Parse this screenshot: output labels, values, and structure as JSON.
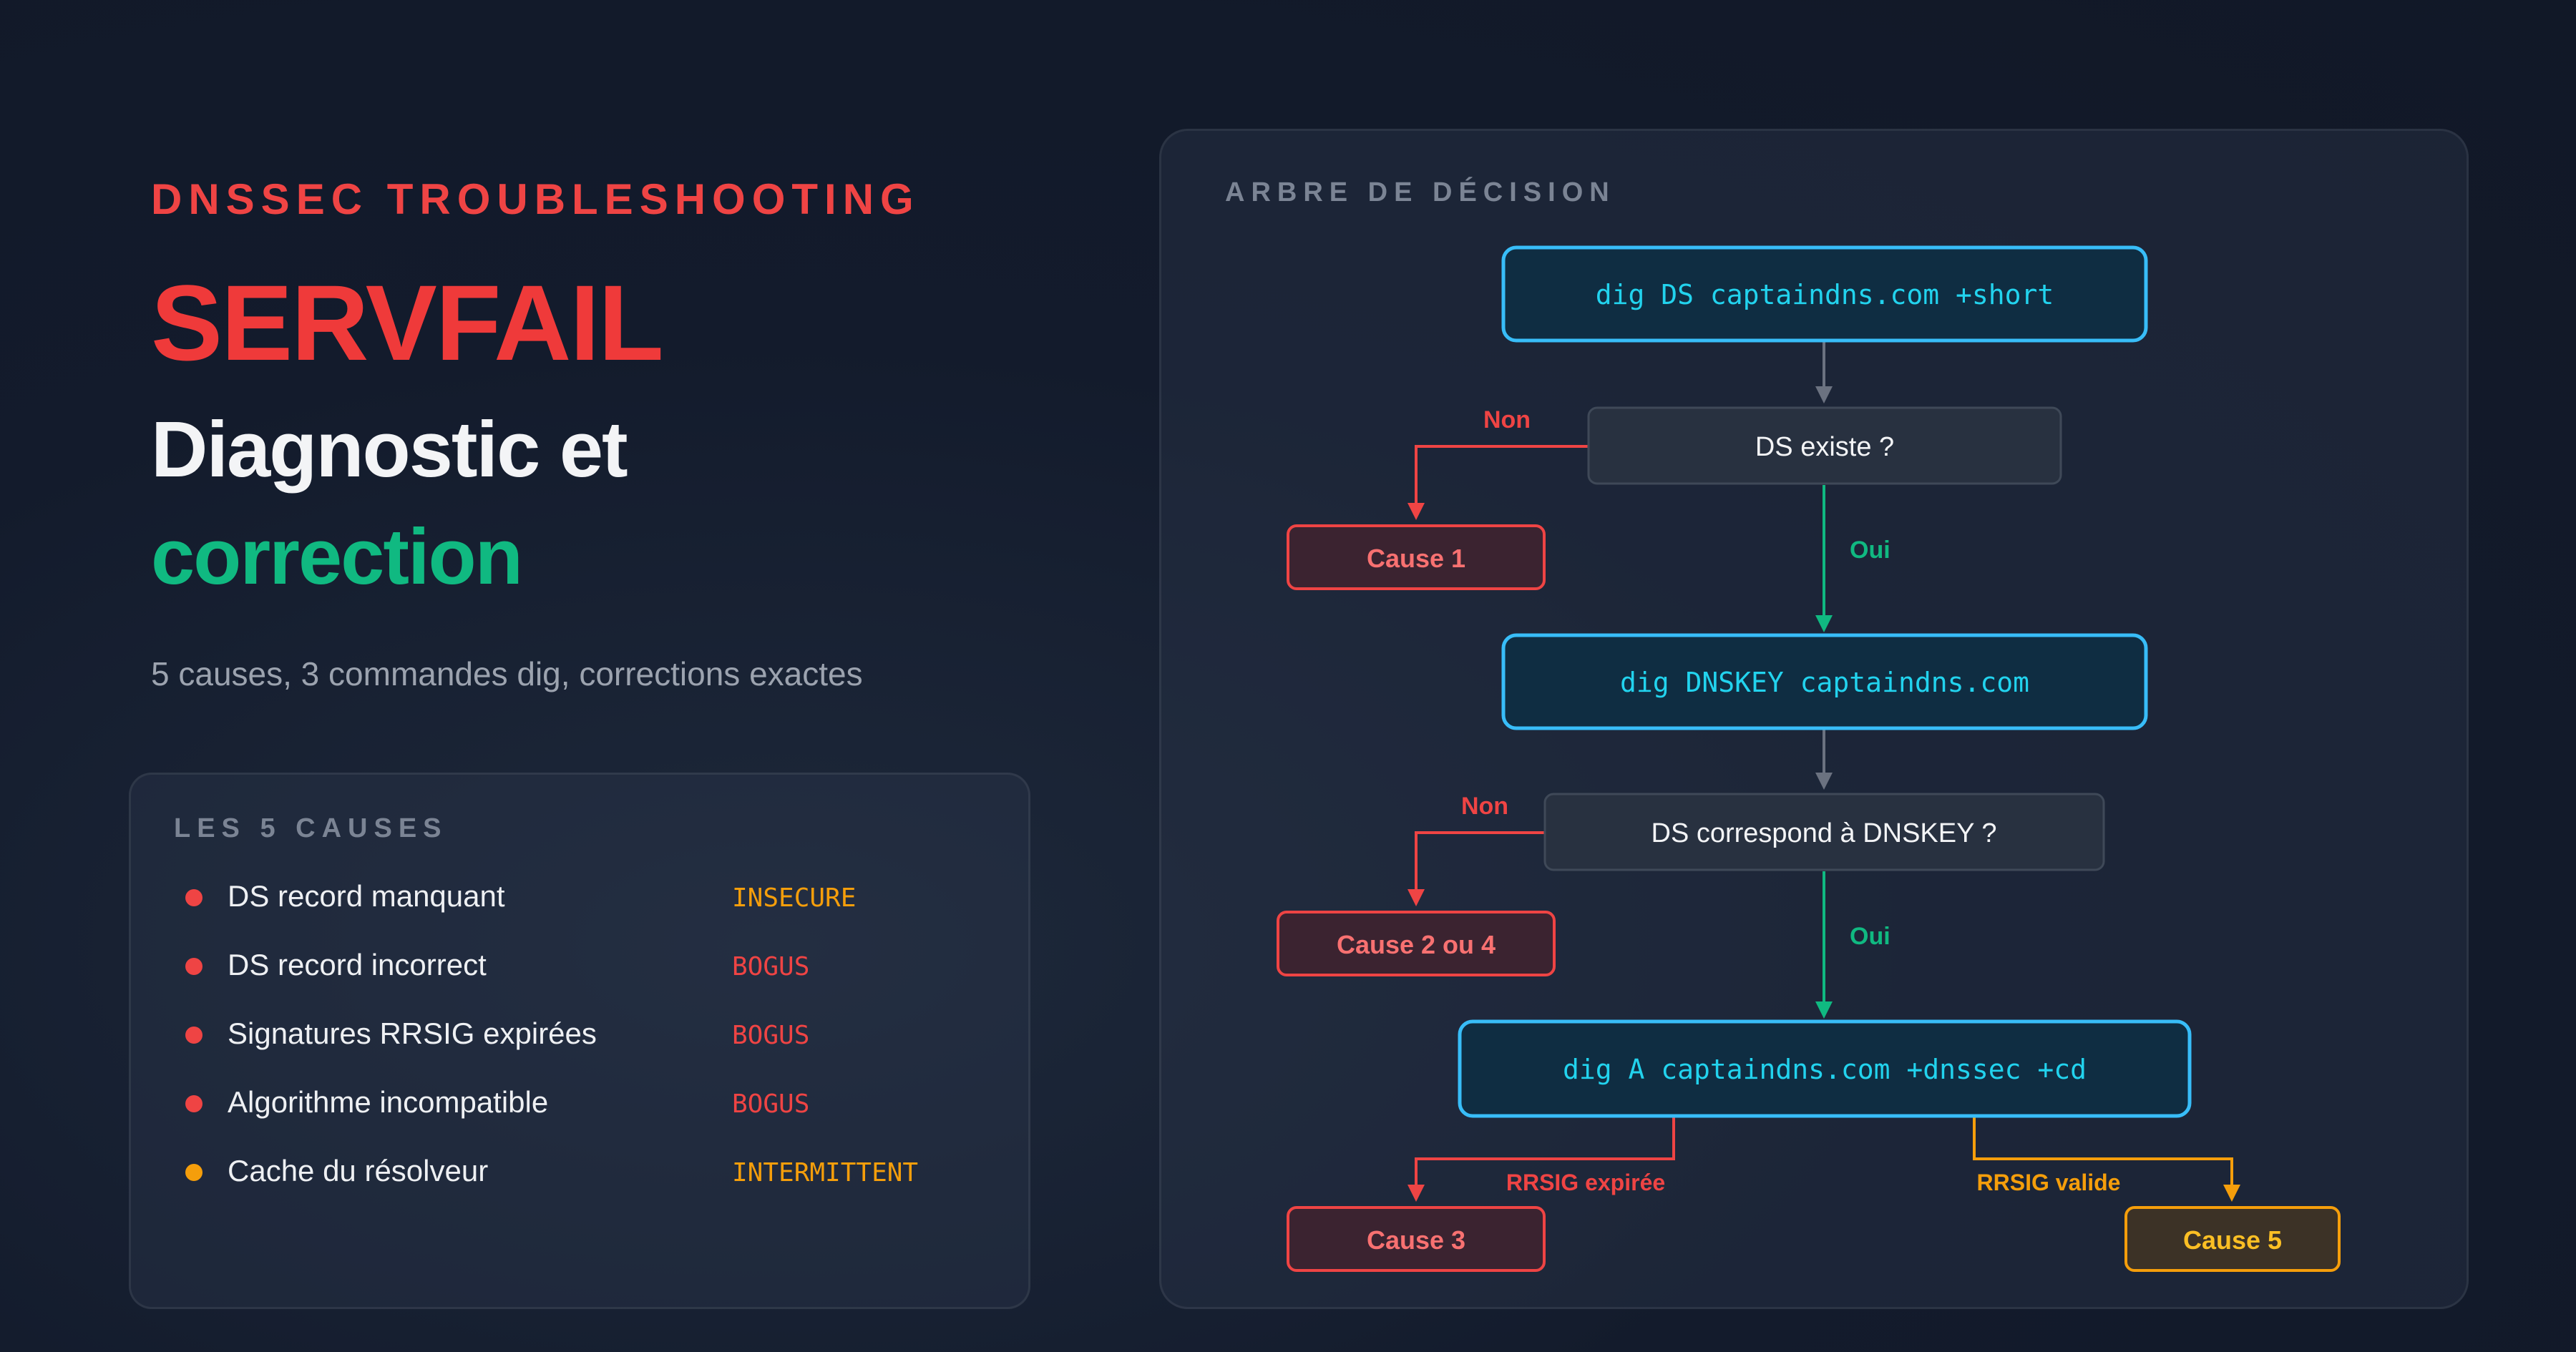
{
  "header": {
    "eyebrow": "DNSSEC TROUBLESHOOTING",
    "title": "SERVFAIL",
    "subtitle_line1": "Diagnostic et",
    "subtitle_line2": "correction",
    "description": "5 causes, 3 commandes dig, corrections exactes"
  },
  "causes": {
    "label": "LES 5 CAUSES",
    "items": [
      {
        "text": "DS record manquant",
        "status": "INSECURE",
        "dot_color": "#ef4444",
        "status_color": "#f59e0b"
      },
      {
        "text": "DS record incorrect",
        "status": "BOGUS",
        "dot_color": "#ef4444",
        "status_color": "#ef4444"
      },
      {
        "text": "Signatures RRSIG expirées",
        "status": "BOGUS",
        "dot_color": "#ef4444",
        "status_color": "#ef4444"
      },
      {
        "text": "Algorithme incompatible",
        "status": "BOGUS",
        "dot_color": "#ef4444",
        "status_color": "#ef4444"
      },
      {
        "text": "Cache du résolveur",
        "status": "INTERMITTENT",
        "dot_color": "#f59e0b",
        "status_color": "#f59e0b"
      }
    ]
  },
  "tree": {
    "label": "ARBRE DE DÉCISION",
    "cmd1": "dig DS captaindns.com +short",
    "q1": "DS existe ?",
    "q1_no": "Non",
    "q1_yes": "Oui",
    "cause1": "Cause 1",
    "cmd2": "dig DNSKEY captaindns.com",
    "q2": "DS correspond à DNSKEY ?",
    "q2_no": "Non",
    "q2_yes": "Oui",
    "cause24": "Cause 2 ou 4",
    "cmd3": "dig A captaindns.com +dnssec +cd",
    "branch_left": "RRSIG expirée",
    "branch_right": "RRSIG valide",
    "cause3": "Cause 3",
    "cause5": "Cause 5"
  },
  "colors": {
    "red": "#ef4444",
    "green": "#10b981",
    "amber": "#f59e0b",
    "cyan": "#22d3ee",
    "cmd_border": "#38bdf8"
  }
}
